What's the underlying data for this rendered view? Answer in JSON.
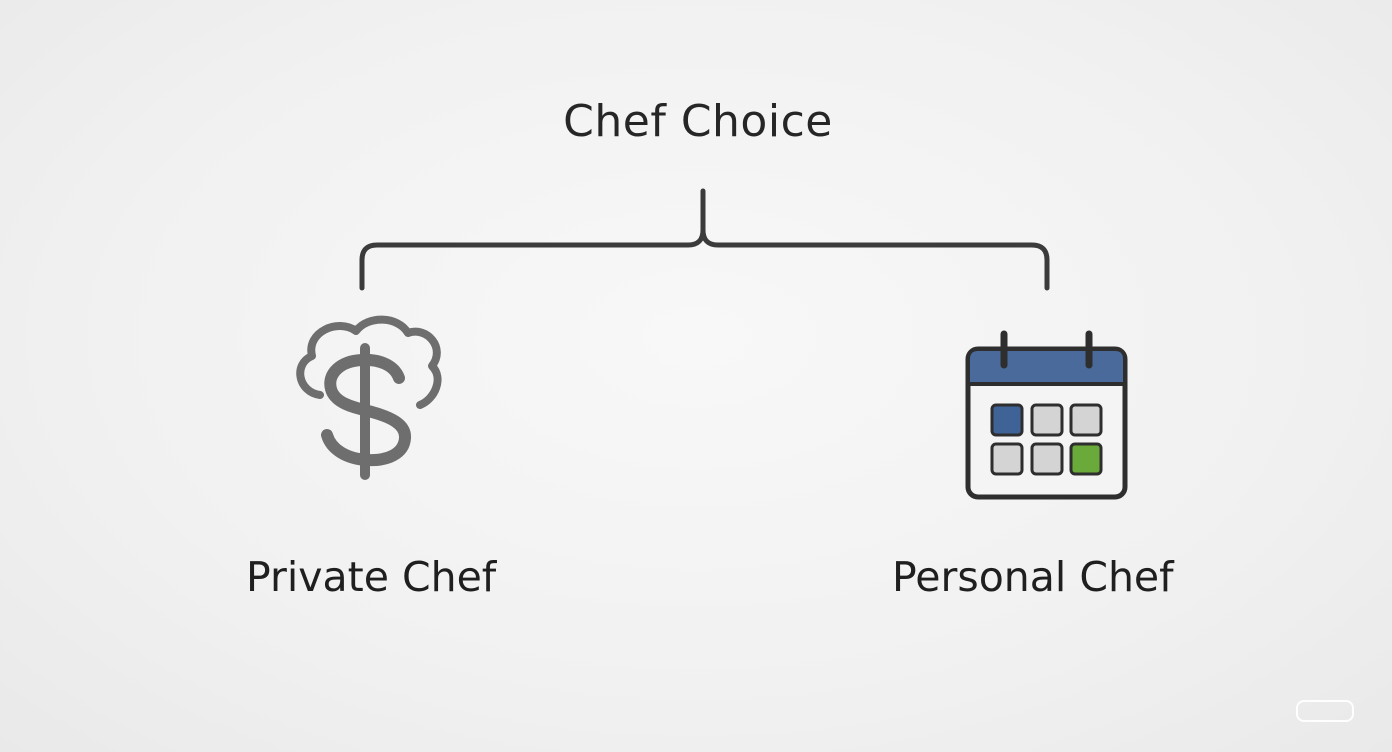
{
  "diagram": {
    "title": "Chef Choice",
    "branches": [
      {
        "label": "Private Chef",
        "icon": "dollar-cloud-icon"
      },
      {
        "label": "Personal Chef",
        "icon": "calendar-icon"
      }
    ]
  },
  "colors": {
    "line": "#3b3b3b",
    "icon_gray": "#6e6e6e",
    "calendar_header": "#4a6a9c",
    "cell_blue": "#3f6297",
    "cell_gray": "#d4d4d4",
    "cell_green": "#6aaa3a"
  },
  "calendar_cells": [
    "blue",
    "gray",
    "gray",
    "gray",
    "gray",
    "green"
  ]
}
